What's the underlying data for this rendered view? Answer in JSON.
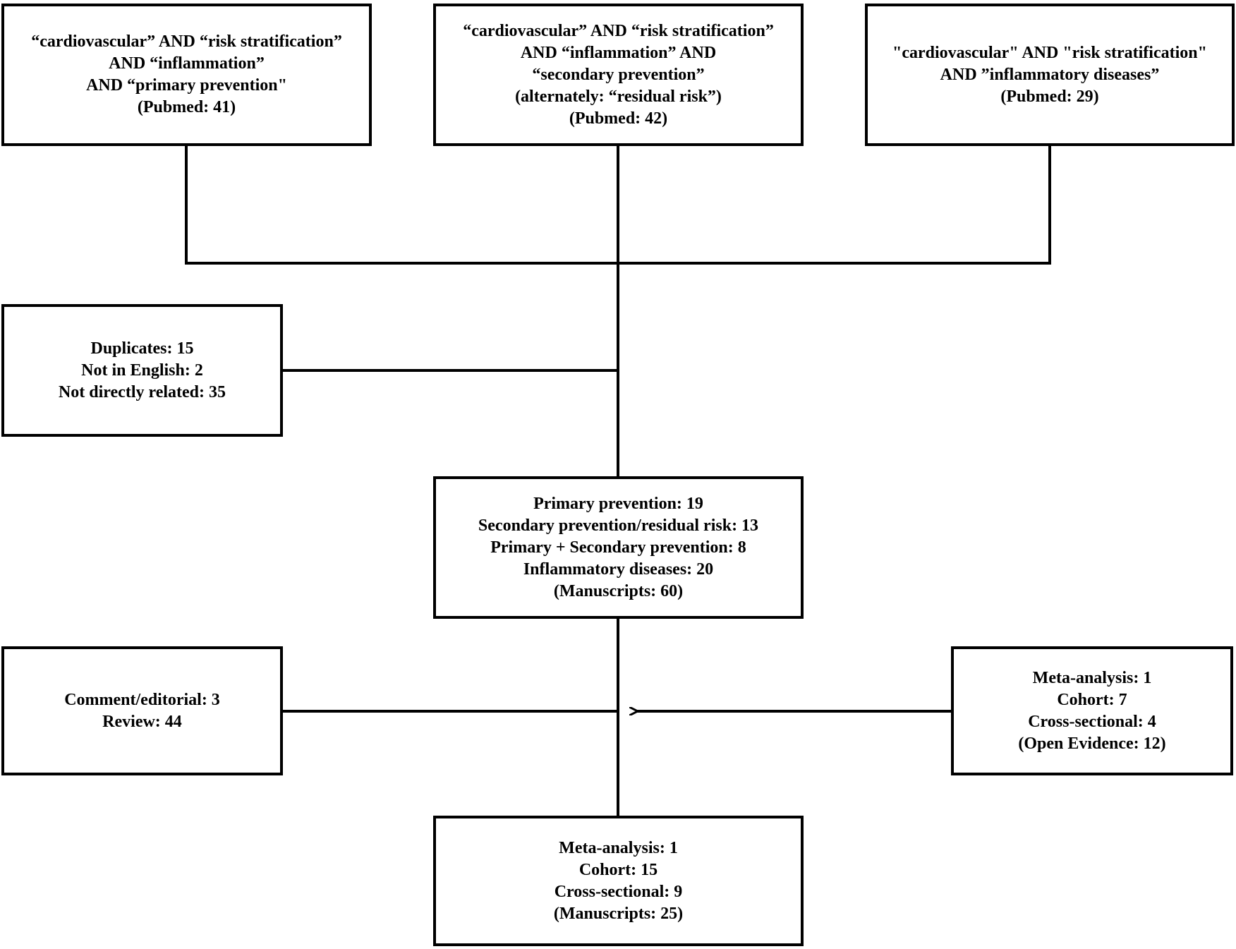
{
  "search_boxes": [
    {
      "lines": [
        "“cardiovascular” AND “risk stratification”",
        "AND “inflammation”",
        "AND “primary prevention\"",
        "(Pubmed: 41)"
      ]
    },
    {
      "lines": [
        "“cardiovascular” AND “risk stratification”",
        "AND “inflammation” AND",
        "“secondary prevention”",
        "(alternately: “residual risk”)",
        "(Pubmed: 42)"
      ]
    },
    {
      "lines": [
        "\"cardiovascular\" AND \"risk stratification\"",
        "AND ”inflammatory diseases”",
        "(Pubmed: 29)"
      ]
    }
  ],
  "excluded": {
    "lines": [
      "Duplicates: 15",
      "Not in English: 2",
      "Not directly related: 35"
    ]
  },
  "screened": {
    "lines": [
      "Primary prevention: 19",
      "Secondary prevention/residual risk: 13",
      "Primary + Secondary prevention: 8",
      "Inflammatory diseases: 20",
      "(Manuscripts: 60)"
    ]
  },
  "removed": {
    "lines": [
      "Comment/editorial: 3",
      "Review: 44"
    ]
  },
  "open_evidence": {
    "lines": [
      "Meta-analysis: 1",
      "Cohort: 7",
      "Cross-sectional: 4",
      "(Open Evidence: 12)"
    ]
  },
  "final": {
    "lines": [
      "Meta-analysis: 1",
      "Cohort: 15",
      "Cross-sectional: 9",
      "(Manuscripts: 25)"
    ]
  },
  "colors": {
    "line": "#000000",
    "background": "#ffffff"
  }
}
